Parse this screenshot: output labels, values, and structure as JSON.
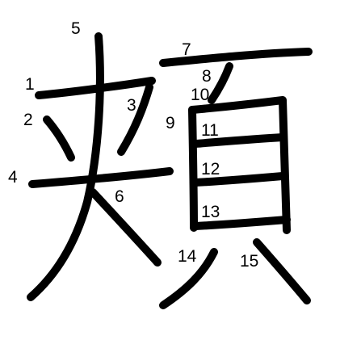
{
  "diagram": {
    "character": "頮",
    "stroke_color": "#000000",
    "background": "#ffffff",
    "stroke_numbers": [
      "1",
      "2",
      "3",
      "4",
      "5",
      "6",
      "7",
      "8",
      "9",
      "10",
      "11",
      "12",
      "13",
      "14",
      "15"
    ]
  }
}
